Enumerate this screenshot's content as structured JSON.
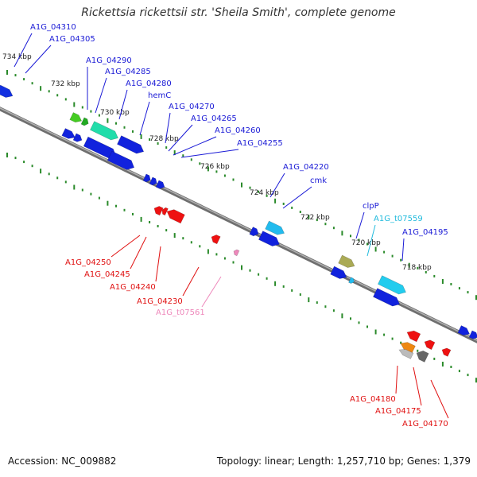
{
  "title": "Rickettsia rickettsii str. 'Sheila Smith', complete genome",
  "footer": {
    "accession": "Accession: NC_009882",
    "summary": "Topology: linear; Length: 1,257,710 bp; Genes: 1,379"
  },
  "colors": {
    "backbone": "#8a8a8a",
    "forward_label": "#1a1ad6",
    "reverse_label": "#e01010",
    "trna_forward_label": "#22bbdd",
    "trna_reverse_label": "#ee88bb",
    "tick": "#2a8a2a"
  },
  "ticks": [
    "734 kbp",
    "732 kbp",
    "730 kbp",
    "728 kbp",
    "726 kbp",
    "724 kbp",
    "722 kbp",
    "720 kbp",
    "718 kbp"
  ],
  "forward_genes": [
    "A1G_04310",
    "A1G_04305",
    "A1G_04290",
    "A1G_04285",
    "A1G_04280",
    "hemC",
    "A1G_04270",
    "A1G_04265",
    "A1G_04260",
    "A1G_04255",
    "A1G_04220",
    "cmk",
    "clpP",
    "A1G_t07559",
    "A1G_04195"
  ],
  "reverse_genes": [
    "A1G_04250",
    "A1G_04245",
    "A1G_04240",
    "A1G_04230",
    "A1G_t07561",
    "A1G_04180",
    "A1G_04175",
    "A1G_04170"
  ]
}
